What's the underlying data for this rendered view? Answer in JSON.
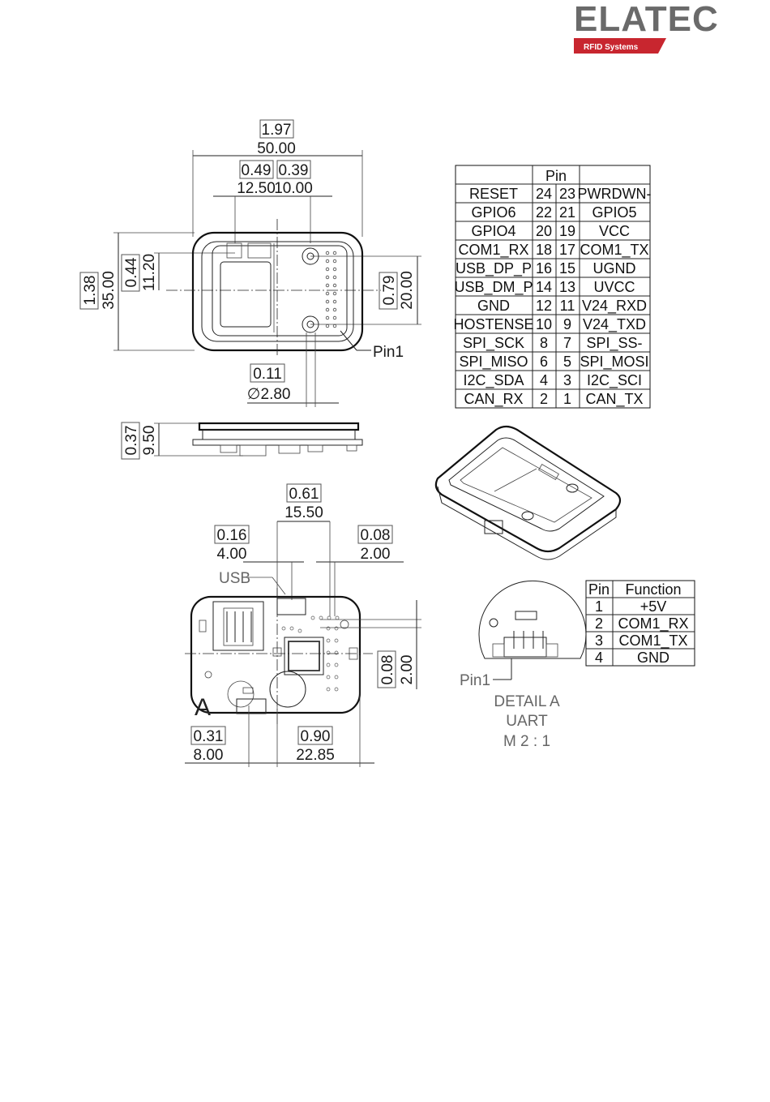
{
  "logo": {
    "name": "ELATEC",
    "tagline": "RFID Systems",
    "accent_color": "#c8262f",
    "text_color": "#6a6a6a"
  },
  "top_view": {
    "width_in": "1.97",
    "width_mm": "50.00",
    "offset_left_in": "0.49",
    "offset_left_mm": "12.50",
    "offset_right_in": "0.39",
    "offset_right_mm": "10.00",
    "height_in": "1.38",
    "height_mm": "35.00",
    "upper_in": "0.44",
    "upper_mm": "11.20",
    "hole_spacing_in": "0.79",
    "hole_spacing_mm": "20.00",
    "hole_dia_in": "0.11",
    "hole_dia_mm": "2.80",
    "diameter_symbol": "∅",
    "pin1_label": "Pin1"
  },
  "side_view": {
    "thickness_in": "0.37",
    "thickness_mm": "9.50"
  },
  "bottom_view": {
    "usb_width_in": "0.61",
    "usb_width_mm": "15.50",
    "usb_left_in": "0.16",
    "usb_left_mm": "4.00",
    "usb_right_in": "0.08",
    "usb_right_mm": "2.00",
    "usb_label": "USB",
    "right_in": "0.08",
    "right_mm": "2.00",
    "uart_left_in": "0.31",
    "uart_left_mm": "8.00",
    "uart_right_in": "0.90",
    "uart_right_mm": "22.85",
    "detail_marker": "A"
  },
  "pin_table": {
    "header": "Pin",
    "rows": [
      {
        "left": "RESET",
        "p1": "24",
        "p2": "23",
        "right": "PWRDWN-"
      },
      {
        "left": "GPIO6",
        "p1": "22",
        "p2": "21",
        "right": "GPIO5"
      },
      {
        "left": "GPIO4",
        "p1": "20",
        "p2": "19",
        "right": "VCC"
      },
      {
        "left": "COM1_RX",
        "p1": "18",
        "p2": "17",
        "right": "COM1_TX"
      },
      {
        "left": "USB_DP_P",
        "p1": "16",
        "p2": "15",
        "right": "UGND"
      },
      {
        "left": "USB_DM_P",
        "p1": "14",
        "p2": "13",
        "right": "UVCC"
      },
      {
        "left": "GND",
        "p1": "12",
        "p2": "11",
        "right": "V24_RXD"
      },
      {
        "left": "HOSTENSE",
        "p1": "10",
        "p2": "9",
        "right": "V24_TXD"
      },
      {
        "left": "SPI_SCK",
        "p1": "8",
        "p2": "7",
        "right": "SPI_SS-"
      },
      {
        "left": "SPI_MISO",
        "p1": "6",
        "p2": "5",
        "right": "SPI_MOSI"
      },
      {
        "left": "I2C_SDA",
        "p1": "4",
        "p2": "3",
        "right": "I2C_SCI"
      },
      {
        "left": "CAN_RX",
        "p1": "2",
        "p2": "1",
        "right": "CAN_TX"
      }
    ]
  },
  "uart_table": {
    "col_pin": "Pin",
    "col_function": "Function",
    "rows": [
      {
        "pin": "1",
        "function": "+5V"
      },
      {
        "pin": "2",
        "function": "COM1_RX"
      },
      {
        "pin": "3",
        "function": "COM1_TX"
      },
      {
        "pin": "4",
        "function": "GND"
      }
    ]
  },
  "detail": {
    "pin1_label": "Pin1",
    "title": "DETAIL A",
    "subtitle": "UART",
    "scale": "M 2 : 1"
  }
}
